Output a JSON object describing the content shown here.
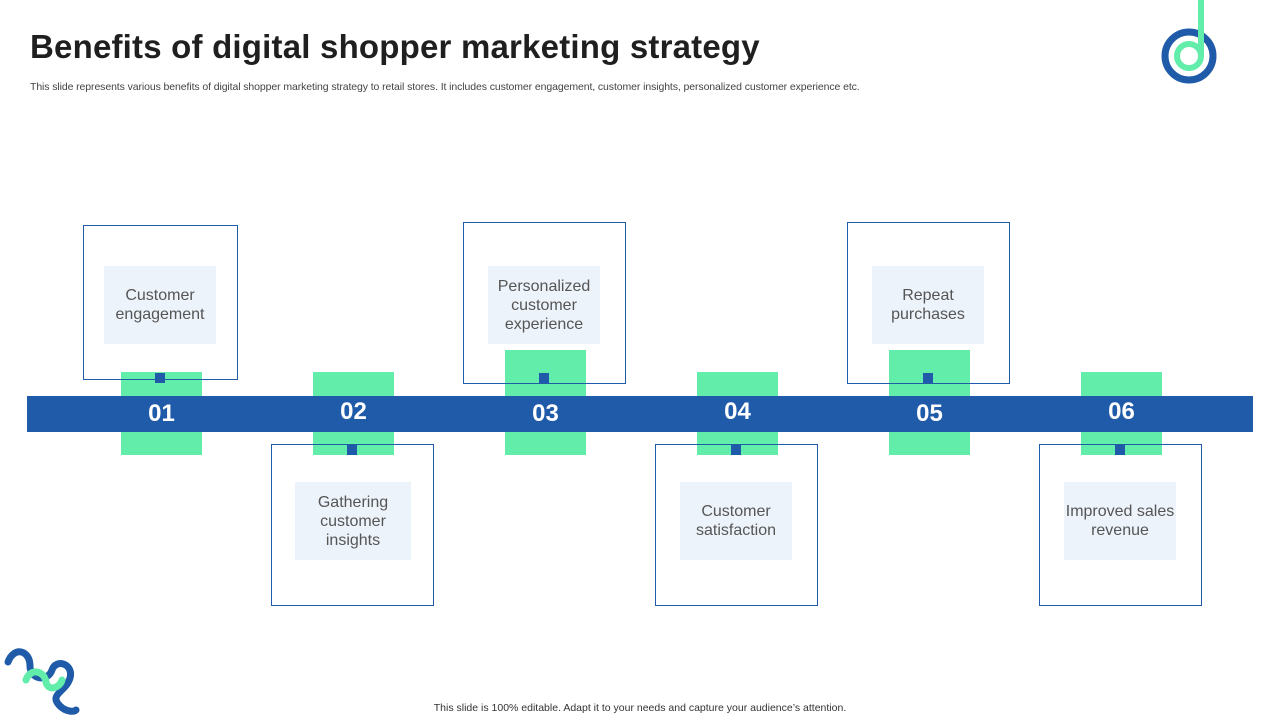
{
  "slide": {
    "title": "Benefits of digital shopper marketing strategy",
    "subtitle": "This slide represents various benefits of digital shopper marketing strategy to retail stores. It includes customer engagement, customer insights, personalized customer experience etc.",
    "footer": "This slide is 100% editable. Adapt it to your needs and capture your audience’s attention."
  },
  "timeline": {
    "steps": [
      {
        "number": "01",
        "label": "Customer engagement"
      },
      {
        "number": "02",
        "label": "Gathering customer insights"
      },
      {
        "number": "03",
        "label": "Personalized customer experience"
      },
      {
        "number": "04",
        "label": "Customer satisfaction"
      },
      {
        "number": "05",
        "label": "Repeat purchases"
      },
      {
        "number": "06",
        "label": "Improved sales revenue"
      }
    ]
  },
  "colors": {
    "bar": "#1f5ba8",
    "accent_green": "#62eeaa",
    "label_bg": "#edf3fb",
    "title": "#1f1f1f"
  },
  "icons": {
    "top_right": "brand-swirl-logo-icon",
    "bottom_left": "decorative-squiggle-icon"
  }
}
